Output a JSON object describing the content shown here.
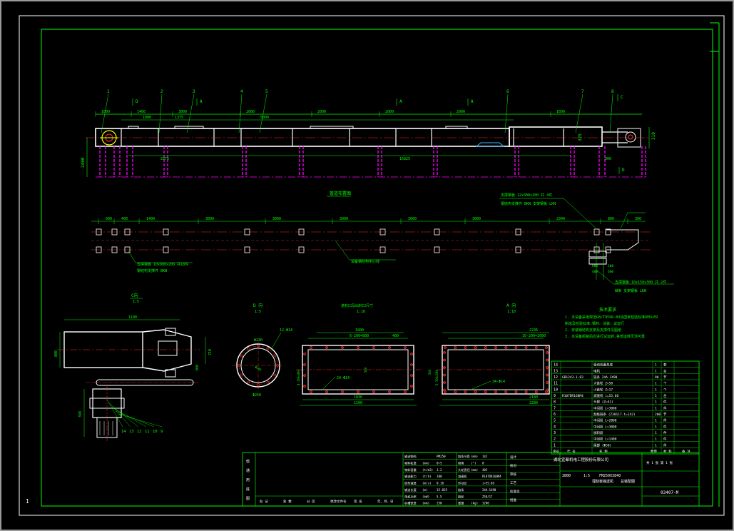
{
  "sheet": {
    "page_number": "1",
    "colors": {
      "background": "#000000",
      "frame": "#00ff00",
      "outline": "#ffffff",
      "centerline": "#ff2a2a",
      "support": "#ff00ff",
      "dimension": "#00ff00",
      "accent_blue": "#3cb4ff",
      "accent_yellow": "#ffff00",
      "accent_cyan": "#00ffff"
    }
  },
  "elevation_view": {
    "section_tags": [
      "D",
      "A",
      "A",
      "A",
      "C",
      "D"
    ],
    "part_balloons": [
      "1",
      "2",
      "3",
      "4",
      "5",
      "6",
      "7",
      "8"
    ],
    "top_dims": [
      "1000",
      "1400",
      "3000",
      "2000",
      "2000",
      "2000",
      "2000",
      "1600"
    ],
    "sub_dims": [
      "1000",
      "1375",
      "5000"
    ],
    "lower_dims": [
      "2375",
      "15825",
      "900"
    ],
    "height_dims": [
      "2400",
      "310",
      "325"
    ]
  },
  "plan_view": {
    "title": "管道布置图",
    "dims": [
      "600",
      "400",
      "1400",
      "3000",
      "3000",
      "3000",
      "3000",
      "3000",
      "2340",
      "800",
      "300"
    ],
    "note_left_1": "支撑钢板  10x800x200 共18件",
    "note_left_2": "钢结构支撑件  BKN",
    "note_right_1": "支撑钢板  12x300x200 共 4件",
    "note_right_2": "钢结构支撑件   BKN  支架钢板  LKN",
    "note_bottom_1": "支撑钢板   10x150x300 共 2件",
    "note_bottom_2": "BKN  支架钢板  LKN",
    "center_note": "设备钢结构中心线",
    "small_dims": [
      "800",
      "400",
      "100",
      "600"
    ]
  },
  "detail_c": {
    "title": "C向",
    "scale": "1:5",
    "dims": [
      "1100",
      "800",
      "710",
      "360",
      "398"
    ],
    "balloons": [
      "14",
      "13",
      "12",
      "11",
      "10",
      "9"
    ]
  },
  "detail_d": {
    "title": "D 向",
    "scale": "1:5",
    "dims": [
      "Φ230",
      "Φ250",
      "12-Φ14",
      "Φ200"
    ]
  },
  "detail_inlet": {
    "title": "进料口及出料口尺寸",
    "scale": "1:10",
    "dims": [
      "1000",
      "6-200=800",
      "400",
      "4-100=400",
      "500",
      "1036",
      "1100",
      "24-Φ14"
    ]
  },
  "detail_a": {
    "title": "A 向",
    "scale": "1:10",
    "dims": [
      "2236",
      "10-200=2000",
      "5-100=500",
      "500",
      "2180",
      "2280",
      "34-Φ14"
    ]
  },
  "technical_notes": {
    "heading": "技术要求",
    "lines": [
      "1. 本设备采用规范GB/T9596-89及国家检验标准REDLER",
      "   制造及检验标准,钢材、涂装、试运行",
      "2. 安装钢结构支架及支撑件见图纸",
      "3. 本设备组装后应进行试运转,各部运转灵活可靠"
    ]
  },
  "parts_list": {
    "rows": [
      {
        "no": "14",
        "code": "",
        "name": "驱动装置总成",
        "qty": "1",
        "unit": "套"
      },
      {
        "no": "13",
        "code": "",
        "name": "电机",
        "qty": "1",
        "unit": "台"
      },
      {
        "no": "12",
        "code": "GB1243.1-83",
        "name": "链条  24A-1X90",
        "qty": "90",
        "unit": "节"
      },
      {
        "no": "11",
        "code": "",
        "name": "大链轮  Z=58",
        "qty": "1",
        "unit": "个"
      },
      {
        "no": "10",
        "code": "",
        "name": "小链轮  Z=17",
        "qty": "1",
        "unit": "个"
      },
      {
        "no": "9",
        "code": "R107DR160M4",
        "name": "减速机 i=55.66",
        "qty": "1",
        "unit": "台"
      },
      {
        "no": "8",
        "code": "",
        "name": "头部 (Z=41)",
        "qty": "1",
        "unit": "件"
      },
      {
        "no": "7",
        "code": "",
        "name": "中间段  L=3000",
        "qty": "1",
        "unit": "件"
      },
      {
        "no": "6",
        "code": "",
        "name": "刮板链条  (Z30117.t=142)",
        "qty": "200",
        "unit": "节"
      },
      {
        "no": "5",
        "code": "",
        "name": "中间段  L=2000",
        "qty": "1",
        "unit": "件"
      },
      {
        "no": "4",
        "code": "",
        "name": "中间段  L=3000",
        "qty": "1",
        "unit": "件"
      },
      {
        "no": "3",
        "code": "",
        "name": "加料段",
        "qty": "1",
        "unit": "件"
      },
      {
        "no": "2",
        "code": "",
        "name": "中间段  L=1400",
        "qty": "1",
        "unit": "件"
      },
      {
        "no": "1",
        "code": "",
        "name": "尾部  (Φ50)",
        "qty": "1",
        "unit": "件"
      }
    ],
    "header": [
      "序号",
      "代 号",
      "名 称",
      "数量",
      "材 料",
      "备 注"
    ]
  },
  "spec_table": {
    "rows": [
      {
        "label": "输送物料",
        "unit": "",
        "value": "PM250"
      },
      {
        "label": "物料粒度",
        "unit": "(mm)",
        "value": "0~5"
      },
      {
        "label": "物料容重",
        "unit": "(t/m3)",
        "value": "1.2"
      },
      {
        "label": "输送能力",
        "unit": "(t/h)",
        "value": "180"
      },
      {
        "label": "链条速度",
        "unit": "(m/s)",
        "value": "0.16"
      },
      {
        "label": "输送长度",
        "unit": "(m)",
        "value": "15.825"
      },
      {
        "label": "电机功率",
        "unit": "(kW)",
        "value": "5.5"
      },
      {
        "label": "机槽宽度",
        "unit": "(mm)",
        "value": "250"
      }
    ],
    "mid_rows": [
      {
        "label": "链条节距",
        "unit": "(mm)",
        "value": "142"
      },
      {
        "label": "倾角",
        "unit": "(°)",
        "value": "0"
      },
      {
        "label": "头轮直径",
        "unit": "(mm)",
        "value": "405"
      },
      {
        "label": "减速机",
        "unit": "",
        "value": "R107DR160M4"
      },
      {
        "label": "传动比",
        "unit": "",
        "value": "i=55.66"
      },
      {
        "label": "链条",
        "unit": "",
        "value": "24A-1X90"
      },
      {
        "label": "链轮",
        "unit": "",
        "value": "Z58/17"
      },
      {
        "label": "重量",
        "unit": "(kg)",
        "value": "3200"
      }
    ]
  },
  "title_block": {
    "company": "湖北宜都机电工程股份有限公司",
    "drawing_name_1": "埋刮板输送机",
    "drawing_name_2": "总装配图",
    "model": "FM250X3840",
    "weight": "3800",
    "scale": "1:5",
    "drawing_no": "03407-M",
    "sheet_info": "共 1 张  第 1 张",
    "roles": [
      "设计",
      "校对",
      "审核",
      "工艺",
      "标准化",
      "批准"
    ],
    "revision_header": [
      "标 记",
      "处 数",
      "分 区",
      "更改文件号",
      "签 名",
      "年、月、日"
    ],
    "side_labels": [
      "借",
      "通",
      "用",
      "底",
      "图"
    ]
  }
}
